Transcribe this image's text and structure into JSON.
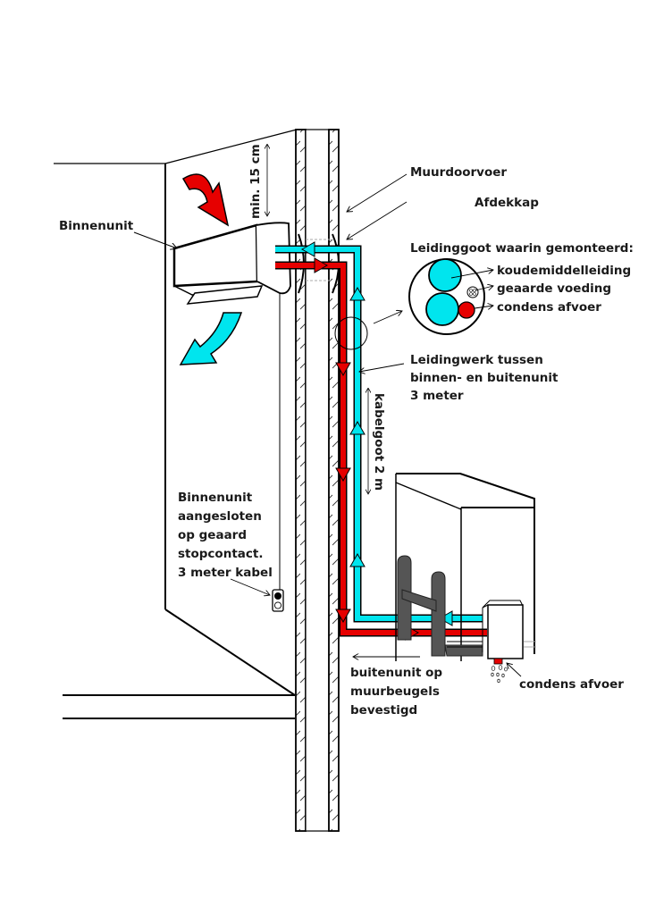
{
  "colors": {
    "cold_pipe": "#00e5ee",
    "hot_pipe": "#e60000",
    "bracket": "#555555",
    "line": "#000000",
    "background": "#ffffff"
  },
  "labels": {
    "indoor_unit": "Binnenunit",
    "min_clearance": "min. 15 cm",
    "wall_passthrough": "Muurdoorvoer",
    "cover_cap": "Afdekkap",
    "duct_title": "Leidinggoot waarin gemonteerd:",
    "duct_items": [
      "koudemiddelleiding",
      "geaarde voeding",
      "condens afvoer"
    ],
    "piping": [
      "Leidingwerk tussen",
      "binnen- en buitenunit",
      "3 meter"
    ],
    "cable_duct": "kabelgoot 2 m",
    "socket_note": [
      "Binnenunit",
      "aangesloten",
      "op geaard",
      "stopcontact.",
      "3 meter kabel"
    ],
    "outdoor_mount": [
      "buitenunit op",
      "muurbeugels",
      "bevestigd"
    ],
    "condensate_drain": "condens afvoer"
  },
  "icons": {
    "warm_air_in": "curved-arrow-red",
    "cool_air_out": "curved-arrow-cyan",
    "socket": "wall-socket-icon",
    "cross_section": "pipe-cross-section-icon",
    "drip": "water-drops-icon"
  }
}
